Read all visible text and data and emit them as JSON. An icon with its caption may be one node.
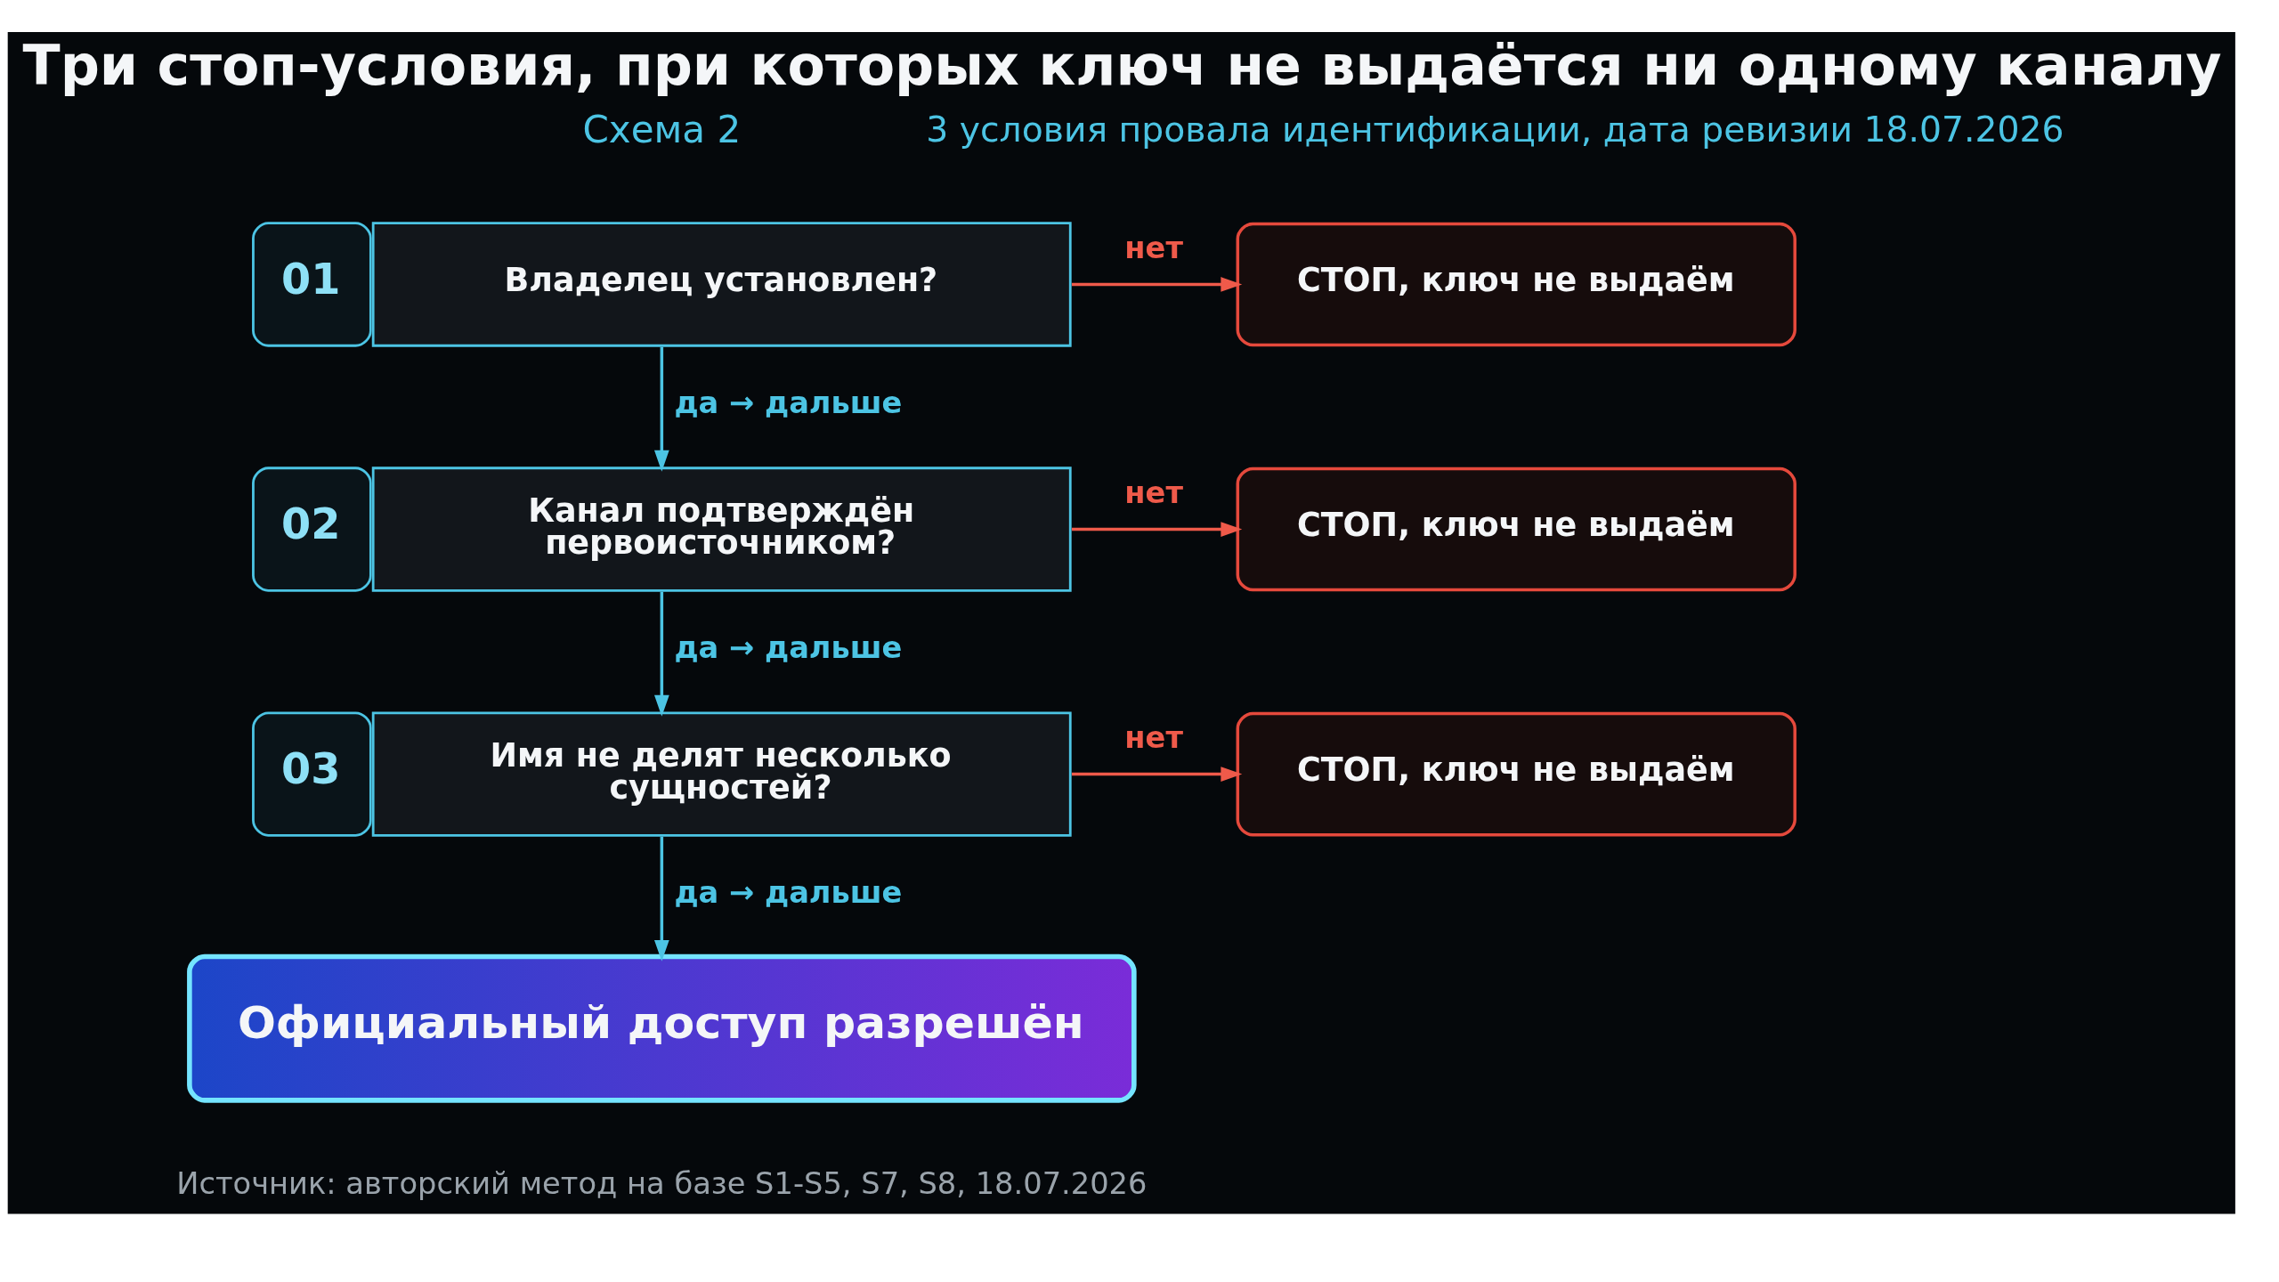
{
  "diagram": {
    "title": "Три стоп-условия, при которых ключ не выдаётся ни одному каналу",
    "nodes": [
      {
        "text": [
          "01",
          "Владелец установлен?"
        ]
      },
      {
        "text": [
          "СТОП, ключ не выдаём"
        ]
      },
      {
        "text": [
          "02",
          "Канал подтверждён первоисточником?"
        ]
      },
      {
        "text": [
          "СТОП, ключ не выдаём"
        ]
      },
      {
        "text": [
          "03",
          "Имя не делят несколько сущностей?"
        ]
      },
      {
        "text": [
          "СТОП, ключ не выдаём"
        ]
      },
      {
        "text": [
          "Официальный доступ разрешён"
        ]
      }
    ],
    "edges": [
      {
        "from": 0,
        "to": 1,
        "arrow": "to",
        "label": "нет",
        "color": "#ef5a4a"
      },
      {
        "from": 0,
        "to": 2,
        "arrow": "to",
        "label": "да → дальше",
        "color": "#4cc4e4"
      },
      {
        "from": 2,
        "to": 3,
        "arrow": "to",
        "label": "нет",
        "color": "#ef5a4a"
      },
      {
        "from": 2,
        "to": 4,
        "arrow": "to",
        "label": "да → дальше",
        "color": "#4cc4e4"
      },
      {
        "from": 4,
        "to": 5,
        "arrow": "to",
        "label": "нет",
        "color": "#ef5a4a"
      },
      {
        "from": 4,
        "to": 6,
        "arrow": "to",
        "label": "да → дальше",
        "color": "#4cc4e4"
      }
    ],
    "labels": [
      "Схема 2",
      "3 условия провала идентификации, дата ревизии 18.07.2026",
      "Источник: авторский метод на базе S1-S5, S7, S8, 18.07.2026"
    ]
  }
}
